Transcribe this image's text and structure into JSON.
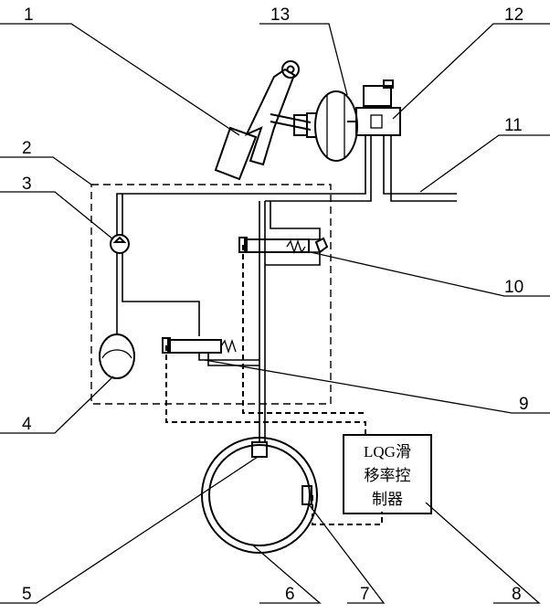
{
  "labels": [
    "1",
    "2",
    "3",
    "4",
    "5",
    "6",
    "7",
    "8",
    "9",
    "10",
    "11",
    "12",
    "13"
  ],
  "controller": {
    "line1": "LQG滑",
    "line2": "移率控",
    "line3": "制器"
  }
}
